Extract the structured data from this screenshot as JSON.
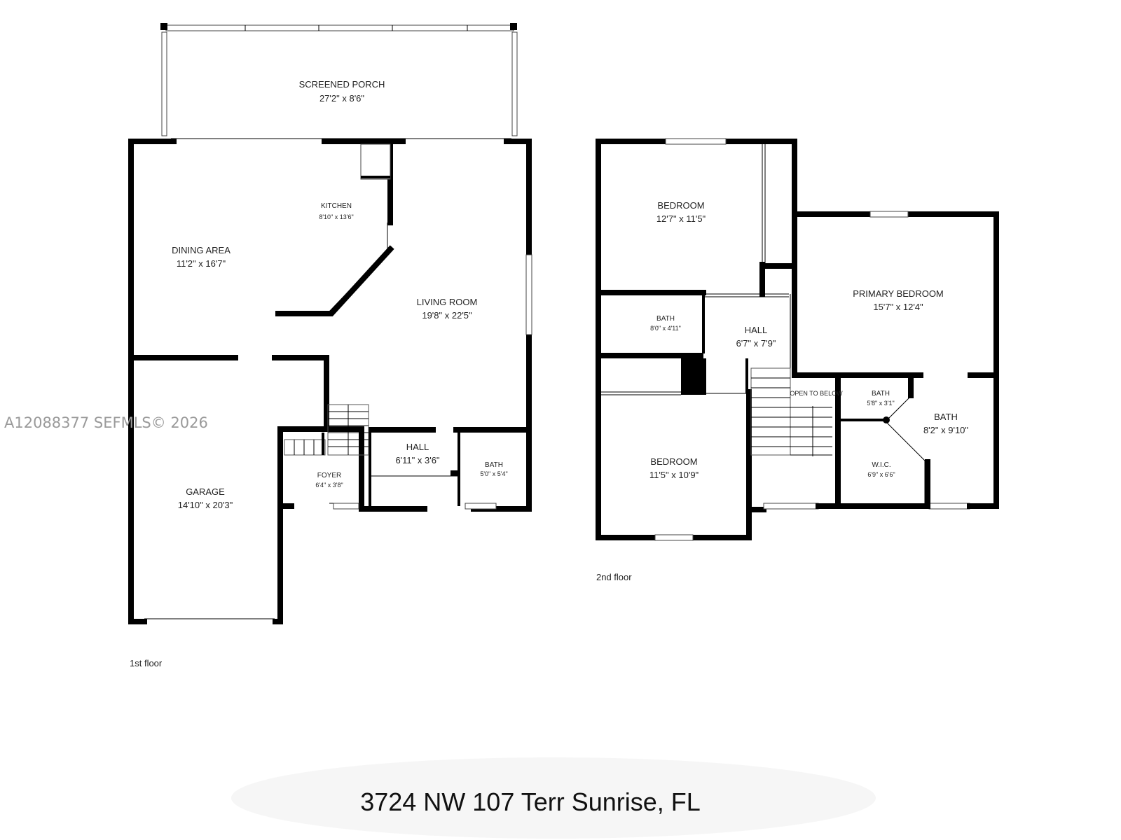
{
  "watermark": "A12088377  SEFMLS© 2026",
  "address": "3724 NW 107 Terr Sunrise, FL",
  "floors": {
    "first": {
      "label": "1st floor",
      "rooms": {
        "screened_porch": {
          "name": "SCREENED PORCH",
          "dim": "27'2\" x 8'6\""
        },
        "kitchen": {
          "name": "KITCHEN",
          "dim": "8'10\" x 13'6\""
        },
        "dining_area": {
          "name": "DINING AREA",
          "dim": "11'2\" x 16'7\""
        },
        "living_room": {
          "name": "LIVING ROOM",
          "dim": "19'8\" x 22'5\""
        },
        "hall": {
          "name": "HALL",
          "dim": "6'11\" x 3'6\""
        },
        "bath": {
          "name": "BATH",
          "dim": "5'0\" x 5'4\""
        },
        "foyer": {
          "name": "FOYER",
          "dim": "6'4\" x 3'8\""
        },
        "garage": {
          "name": "GARAGE",
          "dim": "14'10\" x 20'3\""
        }
      }
    },
    "second": {
      "label": "2nd floor",
      "rooms": {
        "bedroom_1": {
          "name": "BEDROOM",
          "dim": "12'7\" x 11'5\""
        },
        "primary_bedroom": {
          "name": "PRIMARY BEDROOM",
          "dim": "15'7\" x 12'4\""
        },
        "bath_small": {
          "name": "BATH",
          "dim": "8'0\" x 4'11\""
        },
        "hall": {
          "name": "HALL",
          "dim": "6'7\" x 7'9\""
        },
        "open_to_below": {
          "name": "OPEN TO BELOW"
        },
        "bath_primary_small": {
          "name": "BATH",
          "dim": "5'8\" x 3'1\""
        },
        "bath_primary": {
          "name": "BATH",
          "dim": "8'2\" x 9'10\""
        },
        "wic": {
          "name": "W.I.C.",
          "dim": "6'9\" x 6'6\""
        },
        "bedroom_2": {
          "name": "BEDROOM",
          "dim": "11'5\" x 10'9\""
        }
      }
    }
  }
}
